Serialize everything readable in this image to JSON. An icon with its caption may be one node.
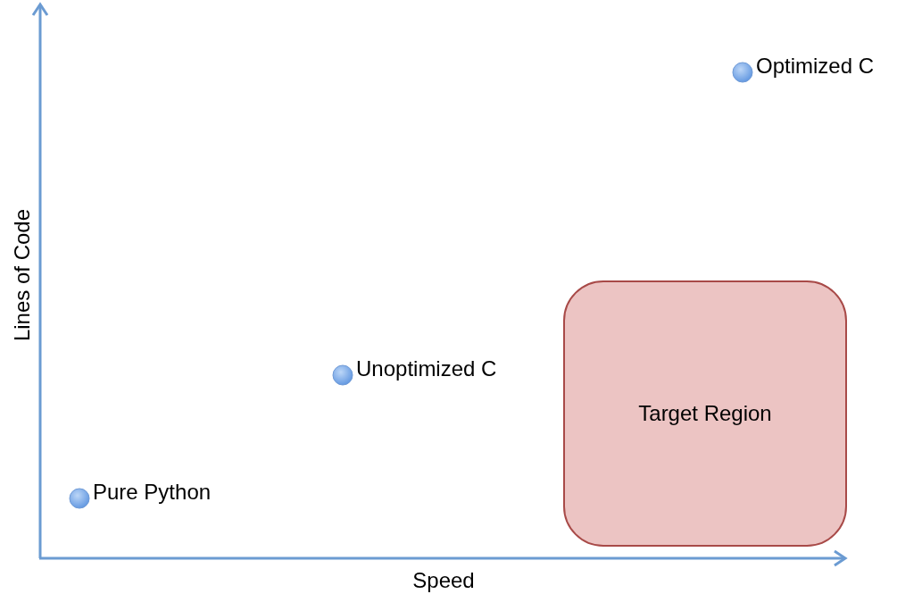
{
  "diagram": {
    "nodes": [
      {
        "text": [],
        "shape": "circle",
        "beside": [
          "Pure Python"
        ]
      },
      {
        "text": [],
        "shape": "circle",
        "beside": [
          "Unoptimized C"
        ]
      },
      {
        "text": [],
        "shape": "circle",
        "beside": [
          "Optimized C"
        ]
      },
      {
        "text": [
          "Target Region"
        ]
      }
    ],
    "labels": [
      "Lines of Code",
      "Speed"
    ]
  }
}
